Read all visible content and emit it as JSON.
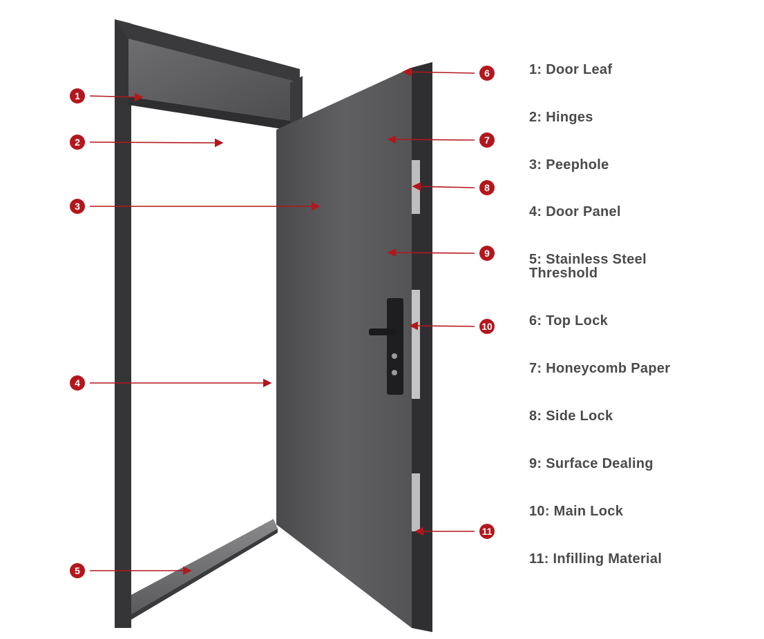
{
  "colors": {
    "accent": "#b3171d",
    "frame": "#3c3c3f",
    "door_leaf": "#5c5c5e",
    "text": "#4a4a4a"
  },
  "callouts": [
    {
      "number": "1"
    },
    {
      "number": "2"
    },
    {
      "number": "3"
    },
    {
      "number": "4"
    },
    {
      "number": "5"
    },
    {
      "number": "6"
    },
    {
      "number": "7"
    },
    {
      "number": "8"
    },
    {
      "number": "9"
    },
    {
      "number": "10"
    },
    {
      "number": "11"
    }
  ],
  "legend": [
    {
      "label": "1: Door Leaf"
    },
    {
      "label": "2: Hinges"
    },
    {
      "label": "3: Peephole"
    },
    {
      "label": "4: Door Panel"
    },
    {
      "label": "5: Stainless Steel\nThreshold"
    },
    {
      "label": "6: Top Lock"
    },
    {
      "label": "7: Honeycomb Paper"
    },
    {
      "label": "8: Side Lock"
    },
    {
      "label": "9: Surface Dealing"
    },
    {
      "label": "10: Main Lock"
    },
    {
      "label": "11: Infilling Material"
    }
  ]
}
